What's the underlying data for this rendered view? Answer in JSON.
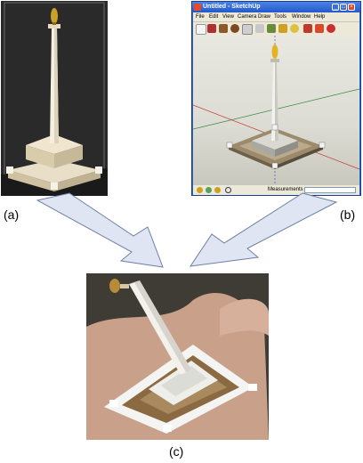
{
  "captions": {
    "a": "(a)",
    "b": "(b)",
    "c": "(c)"
  },
  "sketchup": {
    "title": "Untitled - SketchUp",
    "menu": [
      "File",
      "Edit",
      "View",
      "Camera",
      "Draw",
      "Tools",
      "Window",
      "Help"
    ],
    "status_label": "Measurements",
    "window_buttons": [
      "_",
      "□",
      "×"
    ]
  },
  "colors": {
    "arrow_fill": "#dfe5f3",
    "arrow_stroke": "#6f7fa3",
    "titlebar": "#235ac8",
    "viewport_bg": "#e0e0d8"
  }
}
